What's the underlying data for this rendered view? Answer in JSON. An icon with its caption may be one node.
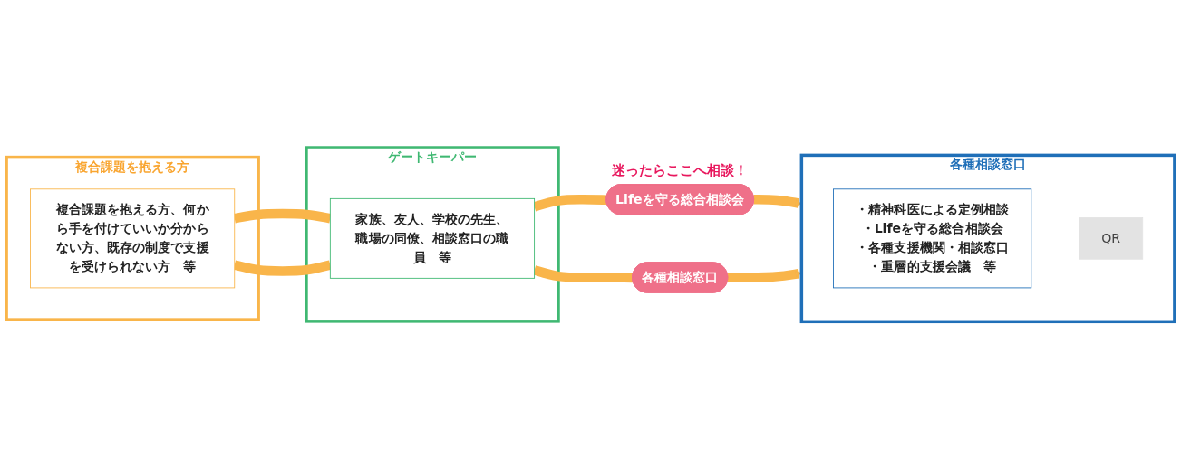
{
  "diagram": {
    "nodes": [
      {
        "text": [
          "複合課題を抱える方"
        ]
      },
      {
        "text": [
          "複合課題を抱える方、何から手を付けていいか分からない方、既存の制度で支援を受けられない方　等"
        ],
        "in": 0
      },
      {
        "text": [
          "ゲートキーパー"
        ]
      },
      {
        "text": [
          "家族、友人、学校の先生、職場の同僚、相談窓口の職員　等"
        ],
        "in": 2
      },
      {
        "text": [
          "Lifeを守る総合相談会"
        ],
        "beside": [
          "迷ったらここへ相談！"
        ]
      },
      {
        "text": [
          "各種相談窓口"
        ]
      },
      {
        "text": [
          "各種相談窓口"
        ]
      },
      {
        "text": [
          "・精神科医による定例相談",
          "・Lifeを守る総合相談会",
          "・各種支援機関・相談窓口",
          "・重層的支援会議　等"
        ],
        "in": 6
      },
      {
        "text": [
          "QR"
        ],
        "in": 6
      }
    ],
    "edges": [
      {
        "from": 1,
        "to": 3,
        "arrow": "none"
      },
      {
        "from": 3,
        "to": 4,
        "arrow": "none"
      },
      {
        "from": 4,
        "to": 6,
        "arrow": "to"
      },
      {
        "from": 1,
        "to": 3,
        "arrow": "none"
      },
      {
        "from": 3,
        "to": 5,
        "arrow": "none"
      },
      {
        "from": 5,
        "to": 6,
        "arrow": "to"
      }
    ]
  }
}
